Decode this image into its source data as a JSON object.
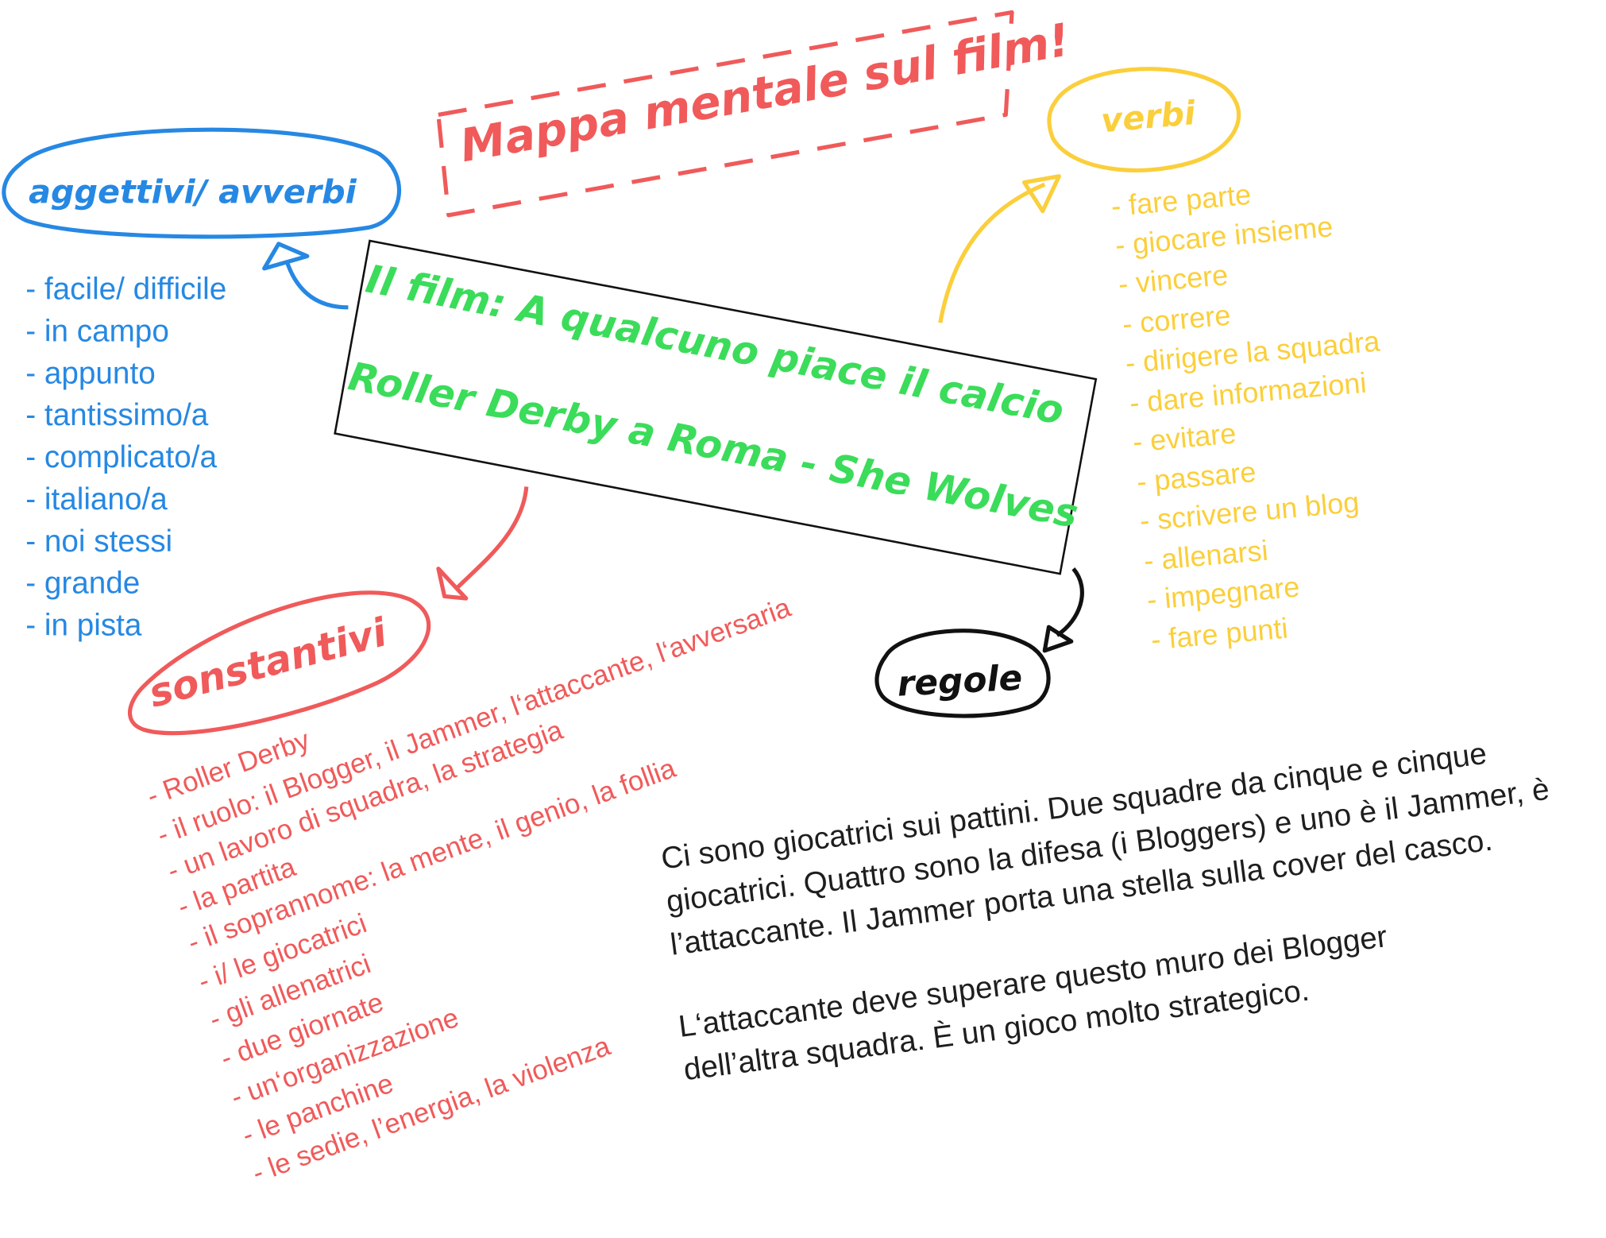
{
  "title": "Mappa mentale sul film!",
  "center": {
    "line1": "Il film: A qualcuno piace il calcio",
    "line2": "Roller Derby a Roma - She Wolves"
  },
  "colors": {
    "blue": "#2688e3",
    "red": "#f05a5a",
    "yellow": "#fbcf3b",
    "green": "#3bdc5a",
    "black": "#1e1e1e"
  },
  "adjectives": {
    "label": "aggettivi/ avverbi",
    "items": [
      "- facile/ difficile",
      "- in campo",
      "- appunto",
      "- tantissimo/a",
      "- complicato/a",
      "- italiano/a",
      "- noi stessi",
      "- grande",
      "- in pista"
    ]
  },
  "verbs": {
    "label": "verbi",
    "items": [
      "- fare parte",
      "- giocare insieme",
      "- vincere",
      "- correre",
      "- dirigere la squadra",
      "- dare informazioni",
      "- evitare",
      "- passare",
      "- scrivere un blog",
      "- allenarsi",
      "- impegnare",
      "- fare punti"
    ]
  },
  "nouns": {
    "label": "sonstantivi",
    "items": [
      "- Roller Derby",
      "- il ruolo: il Blogger, il Jammer, l‘attaccante, l‘avversaria",
      "- un lavoro di squadra, la strategia",
      "- la partita",
      "- il soprannome: la mente, il genio, la follia",
      "- i/ le giocatrici",
      "- gli allenatrici",
      "- due giornate",
      "- un‘organizzazione",
      "- le panchine",
      "- le sedie, l’energia, la violenza"
    ]
  },
  "rules": {
    "label": "regole",
    "paragraph1": [
      "Ci sono giocatrici sui pattini. Due squadre da cinque e cinque",
      "giocatrici. Quattro sono la difesa (i Bloggers) e uno è il Jammer, è",
      "l’attaccante. Il Jammer porta una stella sulla cover del casco."
    ],
    "paragraph2": [
      "L‘attaccante deve superare questo muro dei Blogger",
      "dell’altra squadra. È un gioco molto strategico."
    ]
  }
}
